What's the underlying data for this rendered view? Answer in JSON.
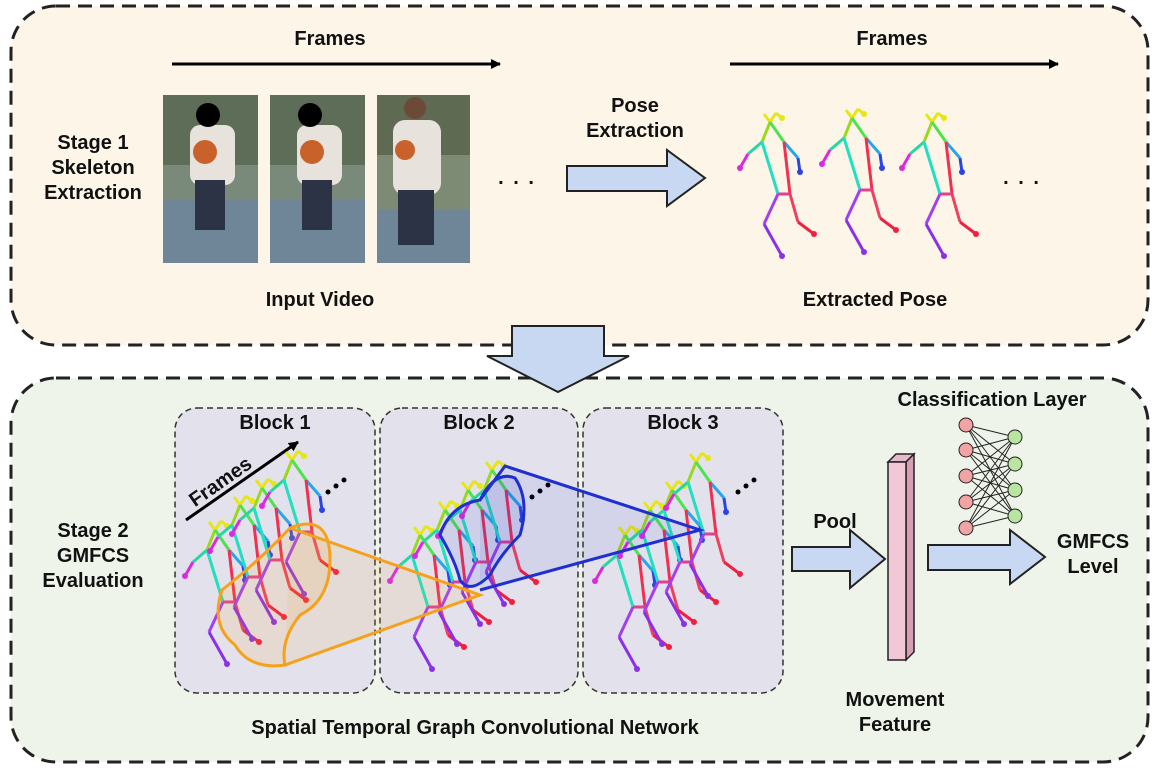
{
  "stage1": {
    "label_line1": "Stage 1",
    "label_line2": "Skeleton",
    "label_line3": "Extraction",
    "frames_left": "Frames",
    "frames_right": "Frames",
    "pose_extraction_line1": "Pose",
    "pose_extraction_line2": "Extraction",
    "input_video": "Input Video",
    "extracted_pose": "Extracted Pose",
    "ellipsis_left": ". . .",
    "ellipsis_right": ". . ."
  },
  "stage2": {
    "label_line1": "Stage 2",
    "label_line2": "GMFCS",
    "label_line3": "Evaluation",
    "blocks": [
      "Block 1",
      "Block 2",
      "Block 3"
    ],
    "frames_diag": "Frames",
    "pool": "Pool",
    "classification_layer": "Classification Layer",
    "gmfcs_line1": "GMFCS",
    "gmfcs_line2": "Level",
    "movement_line1": "Movement",
    "movement_line2": "Feature",
    "stgcn": "Spatial Temporal Graph Convolutional Network"
  },
  "colors": {
    "stage1_bg": "#fdf6e8",
    "stage2_bg": "#eef4ea",
    "block_bg": "#e3e1ec",
    "arrow_fill": "#c9d8f2",
    "feature_bar": "#f2c8d6",
    "orange_hull": "#f5a21a",
    "blue_hull": "#1f2fd0",
    "node_red": "#f2a3a3",
    "node_green": "#b8e6a0"
  }
}
